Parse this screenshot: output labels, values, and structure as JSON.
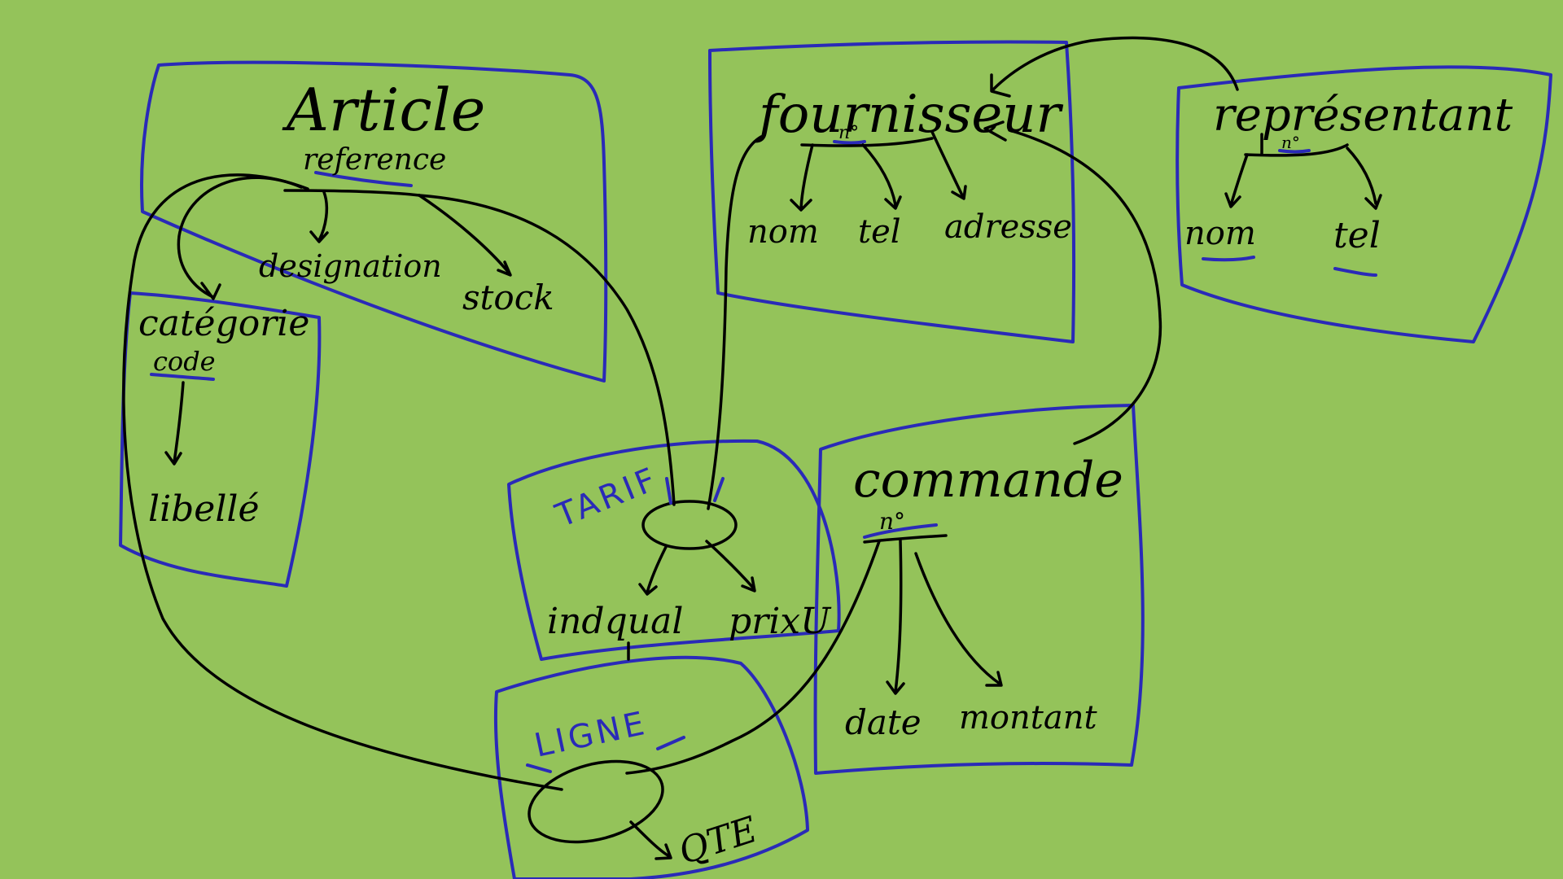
{
  "colors": {
    "background": "#94c35a",
    "entity_border": "#2a2ab8",
    "ink": "#000000"
  },
  "entities": {
    "article": {
      "title": "Article",
      "key": "reference",
      "attributes": [
        "designation",
        "stock"
      ]
    },
    "categorie": {
      "title": "catégorie",
      "key": "code",
      "attributes": [
        "libellé"
      ]
    },
    "fournisseur": {
      "title": "fournisseur",
      "key": "n°",
      "attributes": [
        "nom",
        "tel",
        "adresse"
      ]
    },
    "representant": {
      "title": "représentant",
      "key": "n°",
      "attributes": [
        "nom",
        "tel"
      ]
    },
    "commande": {
      "title": "commande",
      "key": "n°",
      "attributes": [
        "date",
        "montant"
      ]
    }
  },
  "associations": {
    "tarif": {
      "title": "TARIF",
      "attributes": [
        "indqual",
        "prixU"
      ]
    },
    "ligne": {
      "title": "LIGNE",
      "attributes": [
        "QTE"
      ]
    }
  }
}
